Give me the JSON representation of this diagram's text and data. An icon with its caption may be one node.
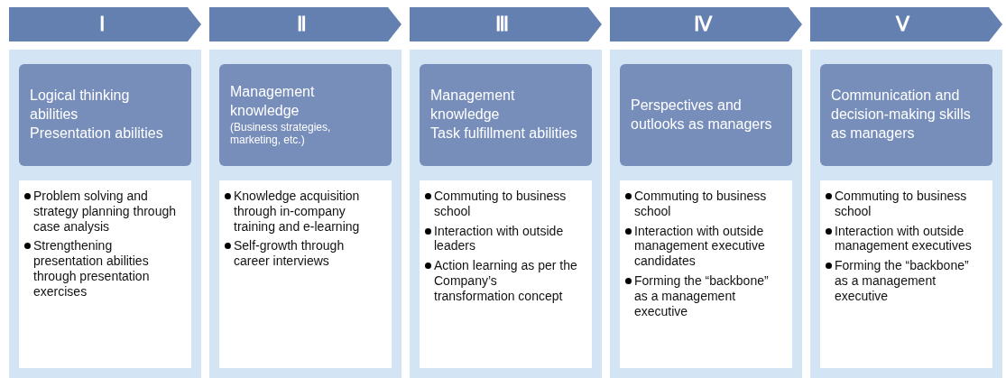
{
  "diagram": {
    "nodes": [
      {
        "text": [
          "Ⅰ"
        ]
      },
      {
        "text": [],
        "shape": "box"
      },
      {
        "text": [
          "Logical thinking abilities",
          "Presentation abilities"
        ],
        "in": 1
      },
      {
        "text": [
          "Problem solving and strategy planning through case analysis",
          "Strengthening presentation abilities through presentation exercises"
        ],
        "in": 1
      },
      {
        "text": [
          "Ⅱ"
        ]
      },
      {
        "text": [],
        "shape": "box"
      },
      {
        "text": [
          "Management knowledge",
          "(Business strategies, marketing, etc.)"
        ],
        "in": 5
      },
      {
        "text": [
          "Knowledge acquisition through in-company training and e-learning",
          "Self-growth through career interviews"
        ],
        "in": 5
      },
      {
        "text": [
          "Ⅲ"
        ]
      },
      {
        "text": [],
        "shape": "box"
      },
      {
        "text": [
          "Management knowledge",
          "Task fulfillment abilities"
        ],
        "in": 9
      },
      {
        "text": [
          "Commuting to business school",
          "Interaction with outside leaders",
          "Action learning as per the Company’s transformation concept"
        ],
        "in": 9
      },
      {
        "text": [
          "Ⅳ"
        ]
      },
      {
        "text": [],
        "shape": "box"
      },
      {
        "text": [
          "Perspectives and outlooks as managers"
        ],
        "in": 13
      },
      {
        "text": [
          "Commuting to business school",
          "Interaction with outside management executive candidates",
          "Forming the “backbone” as a management executive"
        ],
        "in": 13
      },
      {
        "text": [
          "Ⅴ"
        ]
      },
      {
        "text": [],
        "shape": "box"
      },
      {
        "text": [
          "Communication and decision-making skills as managers"
        ],
        "in": 17
      },
      {
        "text": [
          "Commuting to business school",
          "Interaction with outside management executives",
          "Forming the “backbone” as a management executive"
        ],
        "in": 17
      }
    ]
  }
}
